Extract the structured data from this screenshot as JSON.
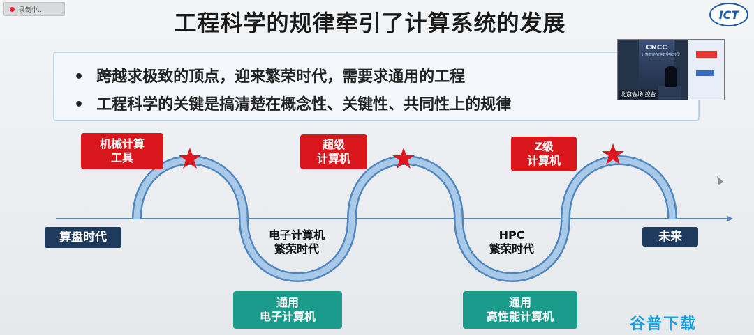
{
  "recording": {
    "label": "录制中..."
  },
  "slide": {
    "title": "工程科学的规律牵引了计算系统的发展",
    "logo": "ICT",
    "bullets": [
      "跨越求极致的顶点，迎来繁荣时代，需要求通用的工程",
      "工程科学的关键是搞清楚在概念性、关键性、共同性上的规律"
    ],
    "peaks": [
      {
        "line1": "机械计算",
        "line2": "工具"
      },
      {
        "line1": "超级",
        "line2": "计算机"
      },
      {
        "line1": "Z级",
        "line2": "计算机"
      }
    ],
    "eras": {
      "start": "算盘时代",
      "end": "未来"
    },
    "valleys": [
      {
        "line1": "电子计算机",
        "line2": "繁荣时代"
      },
      {
        "line1": "HPC",
        "line2": "繁荣时代"
      }
    ],
    "general": [
      {
        "line1": "通用",
        "line2": "电子计算机"
      },
      {
        "line1": "通用",
        "line2": "高性能计算机"
      }
    ]
  },
  "video": {
    "title": "CNCC",
    "subtitle": "计算智能加速数字化转型",
    "venue": "北京会场·控台"
  },
  "watermark": "谷普下载",
  "colors": {
    "red": "#d9161c",
    "navy": "#1e3a5c",
    "green": "#1b9b8b",
    "wave": "#4f86bf"
  }
}
